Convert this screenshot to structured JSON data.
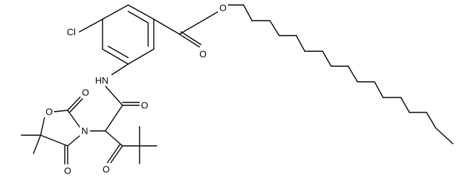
{
  "structure": {
    "atom_labels": {
      "chlorine": "Cl",
      "ester_carbonyl_oxygen": "O",
      "ester_ether_oxygen": "O",
      "amide_nitrogen": "HN",
      "amide_oxygen": "O",
      "ring_oxygen": "O",
      "ring_carbonyl_oxygen_top": "O",
      "ring_nitrogen": "N",
      "ring_carbonyl_oxygen_bottom": "O",
      "ketone_oxygen": "O"
    }
  }
}
